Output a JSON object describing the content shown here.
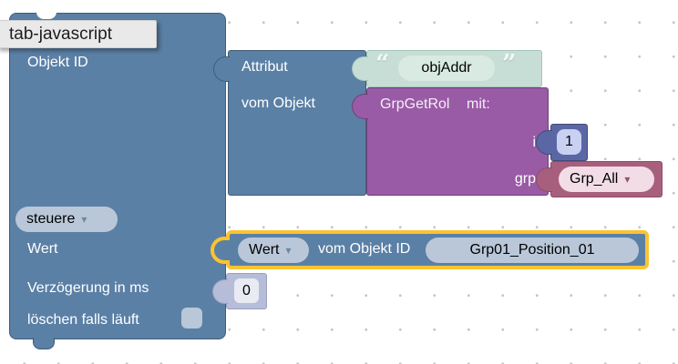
{
  "tooltip": {
    "text": "tab-javascript"
  },
  "main_block": {
    "objekt_id_label": "Objekt ID",
    "steuere_dropdown": "steuere",
    "wert_label": "Wert",
    "delay_label": "Verzögerung in ms",
    "clear_label": "löschen falls läuft",
    "checkbox_checked": false
  },
  "attr_block": {
    "attribut_label": "Attribut",
    "vom_objekt_label": "vom Objekt"
  },
  "string_block": {
    "open_quote": "“",
    "value": "objAddr",
    "close_quote": "”"
  },
  "function_block": {
    "name": "GrpGetRol",
    "mit_label": "mit:",
    "params": [
      {
        "name": "i"
      },
      {
        "name": "grp"
      }
    ]
  },
  "number_block": {
    "value": "1"
  },
  "variable_block": {
    "value": "Grp_All"
  },
  "wert_block": {
    "dropdown_value": "Wert",
    "label": "vom Objekt ID",
    "object_id": "Grp01_Position_01"
  },
  "delay_block": {
    "value": "0"
  },
  "icons": {
    "dropdown_arrow": "▾"
  },
  "colors": {
    "control_block": "#5b80a5",
    "function_block": "#995ba5",
    "number_block": "#5b67a5",
    "shadow_number_block": "#b6bdd8",
    "variable_block": "#a85f7e",
    "string_block": "#c6ded6",
    "field_background": "#b9c7d9",
    "selection_outline": "#fcc331",
    "tooltip_background": "#e9e9e9"
  }
}
